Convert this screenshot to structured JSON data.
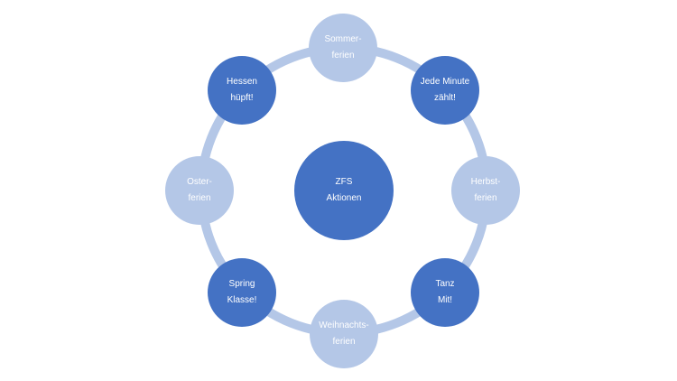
{
  "colors": {
    "dark": "#4472c4",
    "light": "#b4c7e7",
    "ring": "#b4c7e7",
    "text": "#ffffff"
  },
  "center": {
    "lines": [
      "ZFS",
      "Aktionen"
    ]
  },
  "nodes": [
    {
      "id": "sommerferien",
      "lines": [
        "Sommer-",
        "ferien"
      ],
      "tone": "light"
    },
    {
      "id": "jede-minute-zaehlt",
      "lines": [
        "Jede Minute",
        "zählt!"
      ],
      "tone": "dark"
    },
    {
      "id": "herbstferien",
      "lines": [
        "Herbst-",
        "ferien"
      ],
      "tone": "light"
    },
    {
      "id": "tanz-mit",
      "lines": [
        "Tanz",
        "Mit!"
      ],
      "tone": "dark"
    },
    {
      "id": "weihnachtsferien",
      "lines": [
        "Weihnachts-",
        "ferien"
      ],
      "tone": "light"
    },
    {
      "id": "spring-klasse",
      "lines": [
        "Spring",
        "Klasse!"
      ],
      "tone": "dark"
    },
    {
      "id": "osterferien",
      "lines": [
        "Oster-",
        "ferien"
      ],
      "tone": "light"
    },
    {
      "id": "hessen-huepft",
      "lines": [
        "Hessen",
        "hüpft!"
      ],
      "tone": "dark"
    }
  ]
}
